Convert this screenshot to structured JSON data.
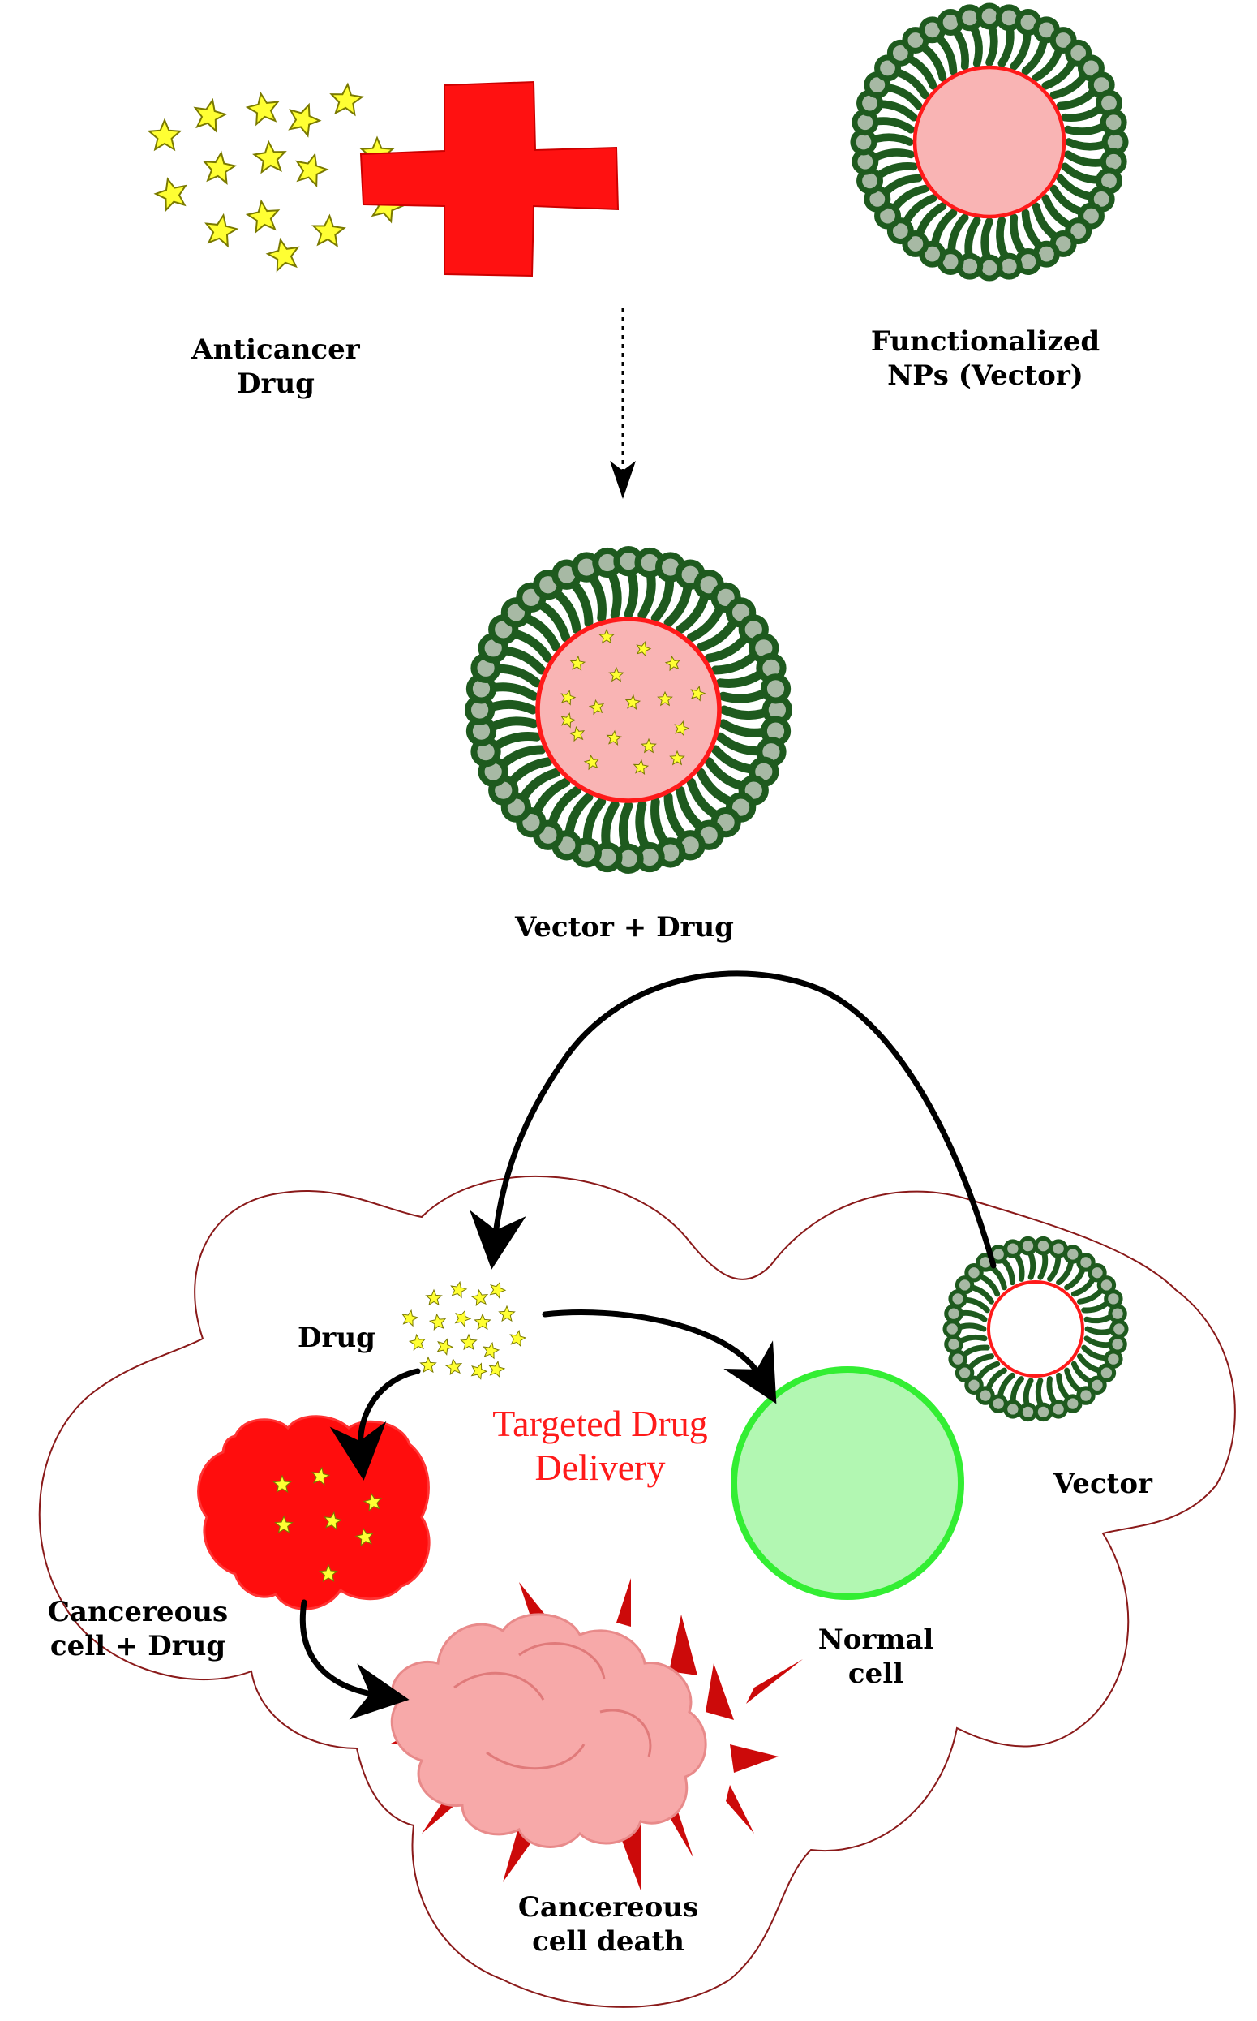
{
  "labels": {
    "anticancer_drug": [
      "Anticancer",
      "Drug"
    ],
    "functionalized_nps": [
      "Functionalized",
      "NPs (Vector)"
    ],
    "vector_plus_drug": "Vector  + Drug",
    "drug": "Drug",
    "targeted_drug_delivery": [
      "Targeted  Drug",
      "Delivery"
    ],
    "vector": "Vector",
    "cancereous_cell_drug": [
      "Cancereous",
      "cell + Drug"
    ],
    "normal_cell": [
      "Normal",
      "cell"
    ],
    "cancereous_cell_death": [
      "Cancereous",
      "cell death"
    ]
  },
  "colors": {
    "star_fill": "#ffff33",
    "star_stroke": "#7a7a00",
    "plus_red": "#ff1111",
    "lipid_dark_green": "#1e5a1e",
    "lipid_head_grey": "#a7b9a4",
    "core_pink": "#f9b4b4",
    "core_ring_red": "#ff1a1a",
    "cancer_red": "#ff0d0d",
    "death_pink": "#f7a9a9",
    "death_spike": "#cc0a0a",
    "normal_cell_fill": "#b2f7b2",
    "normal_cell_ring": "#33ee33",
    "tissue_outline": "#8a1a1a",
    "arrow_black": "#000000"
  },
  "icons": [
    "anticancer-drug-stars",
    "plus-icon",
    "nanoparticle-vector-icon",
    "vector-drug-complex-icon",
    "cancer-cell-icon",
    "cell-death-explosion-icon",
    "normal-cell-icon",
    "empty-vector-icon"
  ]
}
